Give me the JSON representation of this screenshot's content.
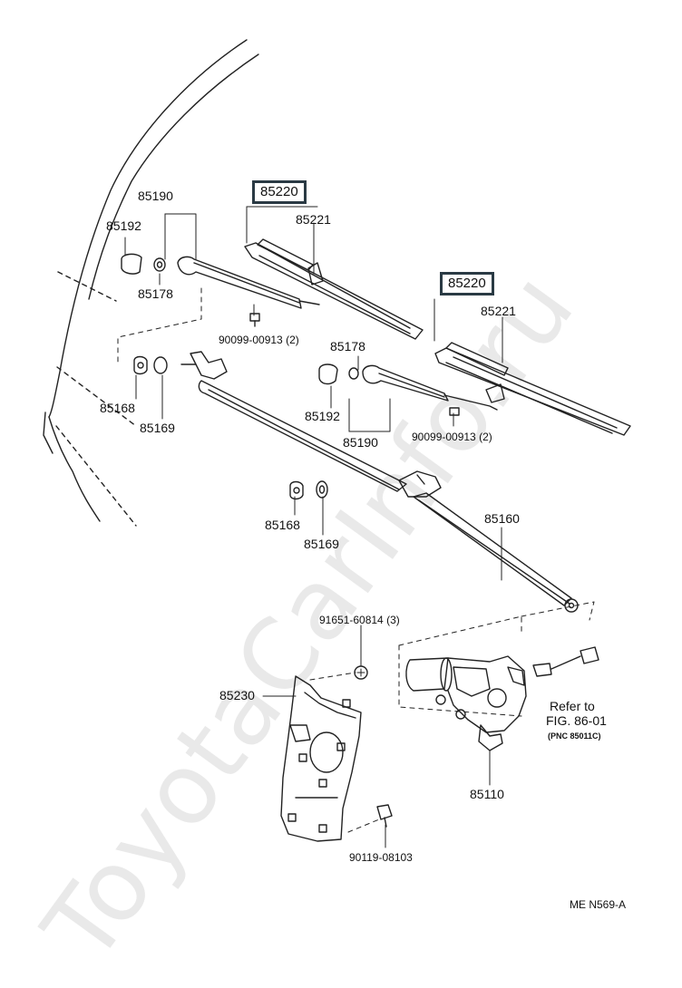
{
  "watermark": "ToyotaCarInfo.ru",
  "labels": {
    "l85190_a": "85190",
    "l85192_a": "85192",
    "l85178_a": "85178",
    "l85220_a": "85220",
    "l85221_a": "85221",
    "l90099_a": "90099-00913 (2)",
    "l85168_a": "85168",
    "l85169_a": "85169",
    "l85178_b": "85178",
    "l85192_b": "85192",
    "l85190_b": "85190",
    "l85220_b": "85220",
    "l85221_b": "85221",
    "l90099_b": "90099-00913 (2)",
    "l85168_b": "85168",
    "l85169_b": "85169",
    "l85160": "85160",
    "l91651": "91651-60814 (3)",
    "l85230": "85230",
    "l85110": "85110",
    "l90119": "90119-08103",
    "refer_line1": "Refer to",
    "refer_line2": "FIG. 86-01",
    "refer_line3": "(PNC 85011C)",
    "ref_code": "ME N569-A"
  }
}
